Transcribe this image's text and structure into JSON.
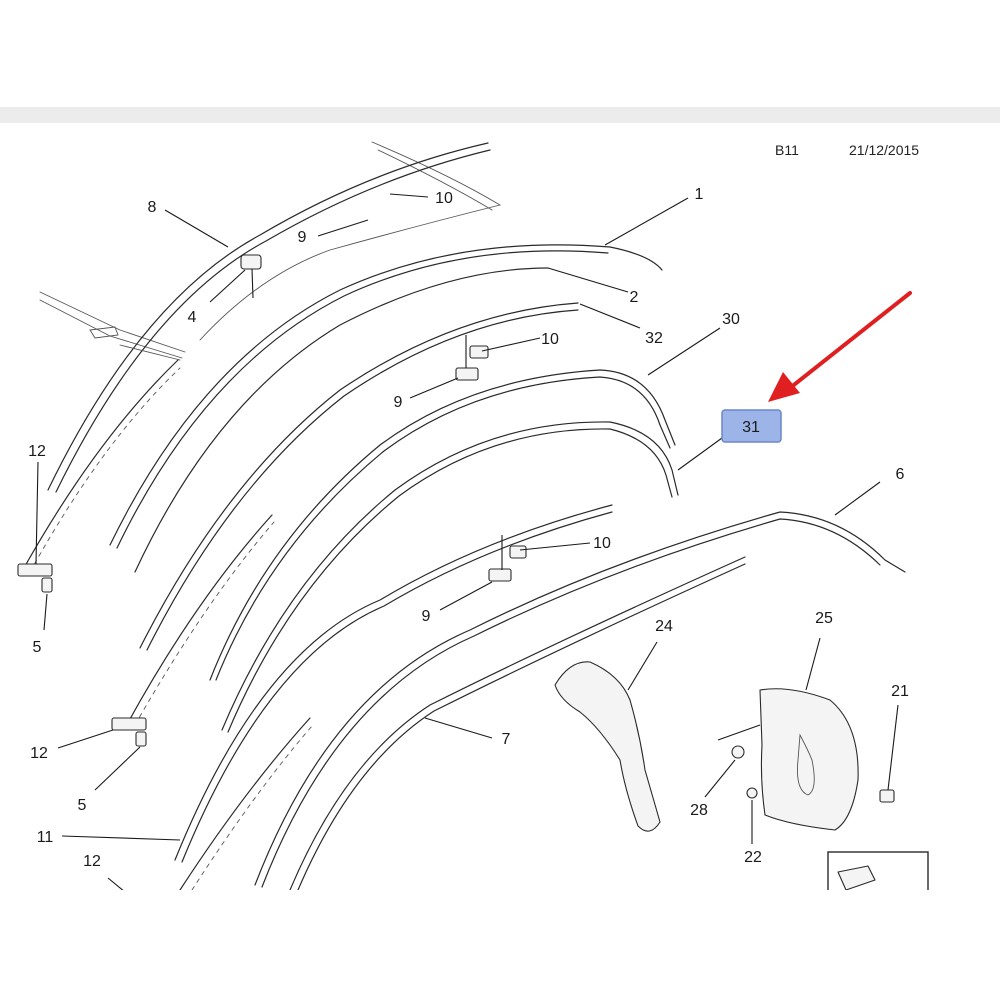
{
  "header": {
    "sheet_code": "B11",
    "date": "21/12/2015"
  },
  "highlight": {
    "label": "31",
    "fill": "#9db4e8",
    "border": "#6a87c9",
    "arrow_color": "#e02020"
  },
  "callouts": [
    {
      "id": "c1",
      "label": "1"
    },
    {
      "id": "c2",
      "label": "2"
    },
    {
      "id": "c4",
      "label": "4"
    },
    {
      "id": "c5a",
      "label": "5"
    },
    {
      "id": "c5b",
      "label": "5"
    },
    {
      "id": "c6",
      "label": "6"
    },
    {
      "id": "c7",
      "label": "7"
    },
    {
      "id": "c8",
      "label": "8"
    },
    {
      "id": "c9a",
      "label": "9"
    },
    {
      "id": "c9b",
      "label": "9"
    },
    {
      "id": "c9c",
      "label": "9"
    },
    {
      "id": "c10a",
      "label": "10"
    },
    {
      "id": "c10b",
      "label": "10"
    },
    {
      "id": "c10c",
      "label": "10"
    },
    {
      "id": "c11",
      "label": "11"
    },
    {
      "id": "c12a",
      "label": "12"
    },
    {
      "id": "c12b",
      "label": "12"
    },
    {
      "id": "c12c",
      "label": "12"
    },
    {
      "id": "c21",
      "label": "21"
    },
    {
      "id": "c22",
      "label": "22"
    },
    {
      "id": "c24",
      "label": "24"
    },
    {
      "id": "c25",
      "label": "25"
    },
    {
      "id": "c28",
      "label": "28"
    },
    {
      "id": "c30",
      "label": "30"
    },
    {
      "id": "c32",
      "label": "32"
    }
  ]
}
